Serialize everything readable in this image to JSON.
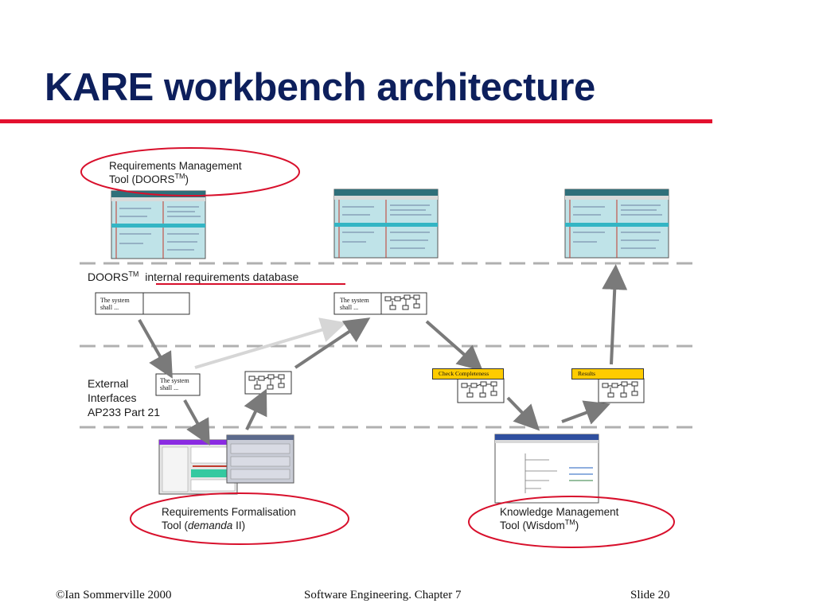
{
  "slide": {
    "title": "KARE workbench architecture",
    "footer_left": "©Ian Sommerville 2000",
    "footer_center": "Software Engineering. Chapter 7",
    "footer_right": "Slide  20"
  },
  "diagram": {
    "rmt_label_line1": "Requirements Management",
    "rmt_label_line2_prefix": "Tool (DOORS",
    "rmt_label_line2_tm": "TM",
    "rmt_label_line2_suffix": ")",
    "doors_layer_prefix": "DOORS",
    "doors_layer_tm": "TM",
    "doors_layer_text": "internal requirements database",
    "ext_line1": "External",
    "ext_line2": "Interfaces",
    "ext_line3": "AP233 Part 21",
    "req_box_line1": "The system",
    "req_box_line2": "shall ...",
    "check_completeness": "Check Completeness",
    "results": "Results",
    "rft_label_line1": "Requirements Formalisation",
    "rft_label_line2_prefix": "Tool (",
    "rft_label_line2_italic": "demanda",
    "rft_label_line2_suffix": " II)",
    "kmt_label_line1": "Knowledge Management",
    "kmt_label_line2_prefix": "Tool (Wisdom",
    "kmt_label_line2_tm": "TM",
    "kmt_label_line2_suffix": ")"
  },
  "colors": {
    "title": "#0d1f5c",
    "rule": "#e3102f",
    "ellipse": "#d8102c",
    "arrow": "#7a7a7a",
    "highlight_box": "#ffcc00"
  }
}
